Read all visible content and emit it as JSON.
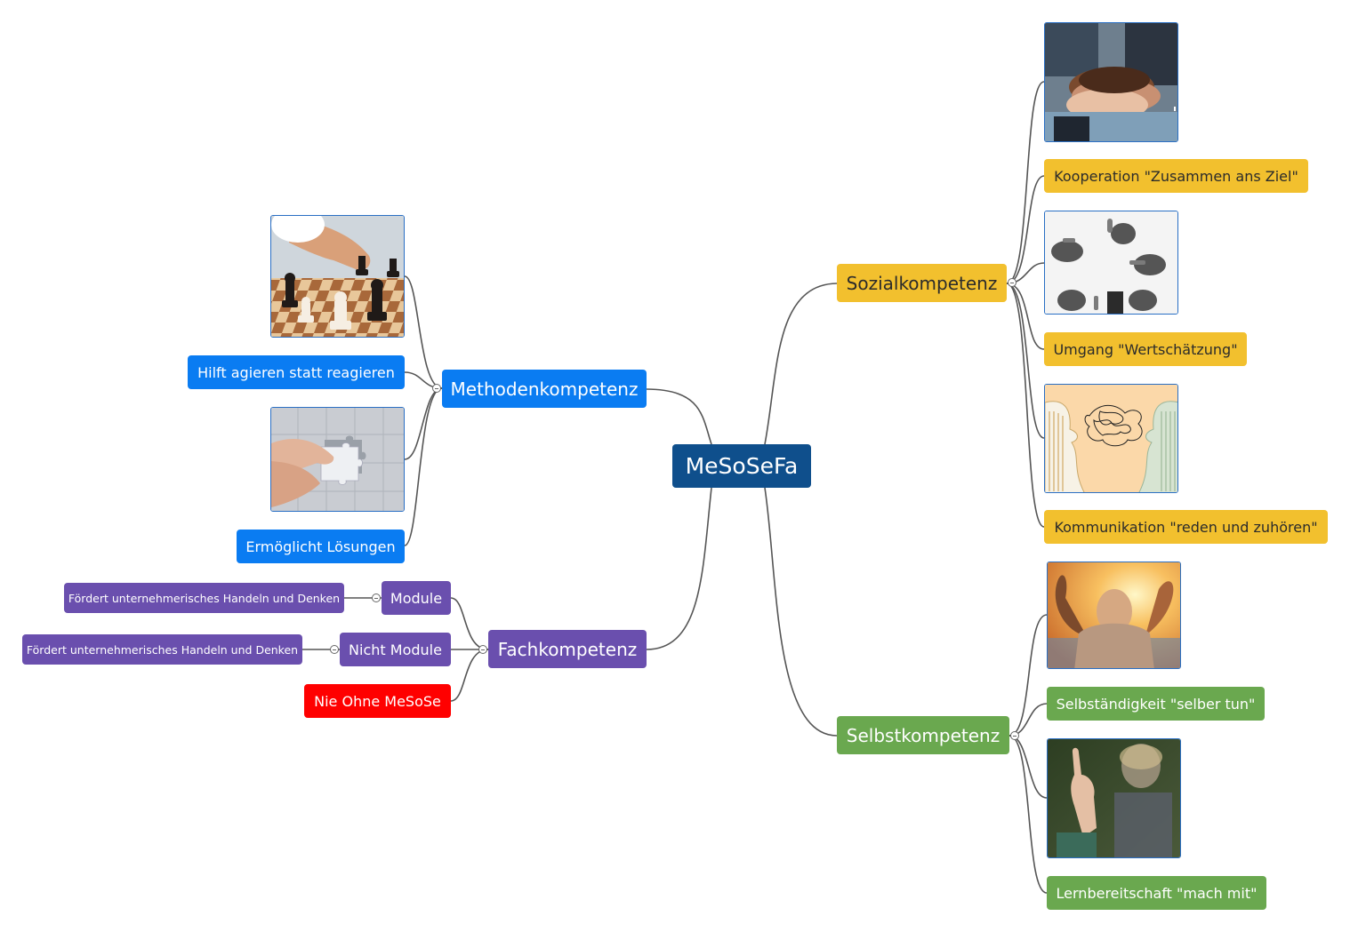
{
  "map": {
    "root": "MeSoSeFa",
    "methoden": {
      "label": "Methodenkompetenz",
      "hilft": "Hilft agieren statt reagieren",
      "ermoeglicht": "Ermöglicht Lösungen",
      "images": [
        "chess-image-icon",
        "puzzle-image-icon"
      ]
    },
    "fach": {
      "label": "Fachkompetenz",
      "module": "Module",
      "module_note": "Fördert unternehmerisches Handeln und Denken",
      "nicht_module": "Nicht Module",
      "nicht_module_note": "Fördert unternehmerisches Handeln und Denken",
      "nie": "Nie Ohne MeSoSe"
    },
    "sozial": {
      "label": "Sozialkompetenz",
      "kooperation": "Kooperation \"Zusammen ans Ziel\"",
      "umgang": "Umgang \"Wertschätzung\"",
      "kommunikation": "Kommunikation \"reden und zuhören\"",
      "images": [
        "stacked-hands-image-icon",
        "thumbs-circle-image-icon",
        "two-heads-image-icon"
      ]
    },
    "selbst": {
      "label": "Selbstkompetenz",
      "selbststaendigkeit": "Selbständigkeit \"selber tun\"",
      "lernbereitschaft": "Lernbereitschaft \"mach mit\"",
      "images": [
        "sunset-person-image-icon",
        "raised-hand-image-icon"
      ]
    }
  },
  "colors": {
    "root": "#0f4f8c",
    "methoden": "#0a7cf2",
    "sozial": "#f2c02e",
    "selbst": "#6aa84f",
    "fach": "#6a4fae",
    "nie": "#ff0000",
    "line": "#555555"
  }
}
